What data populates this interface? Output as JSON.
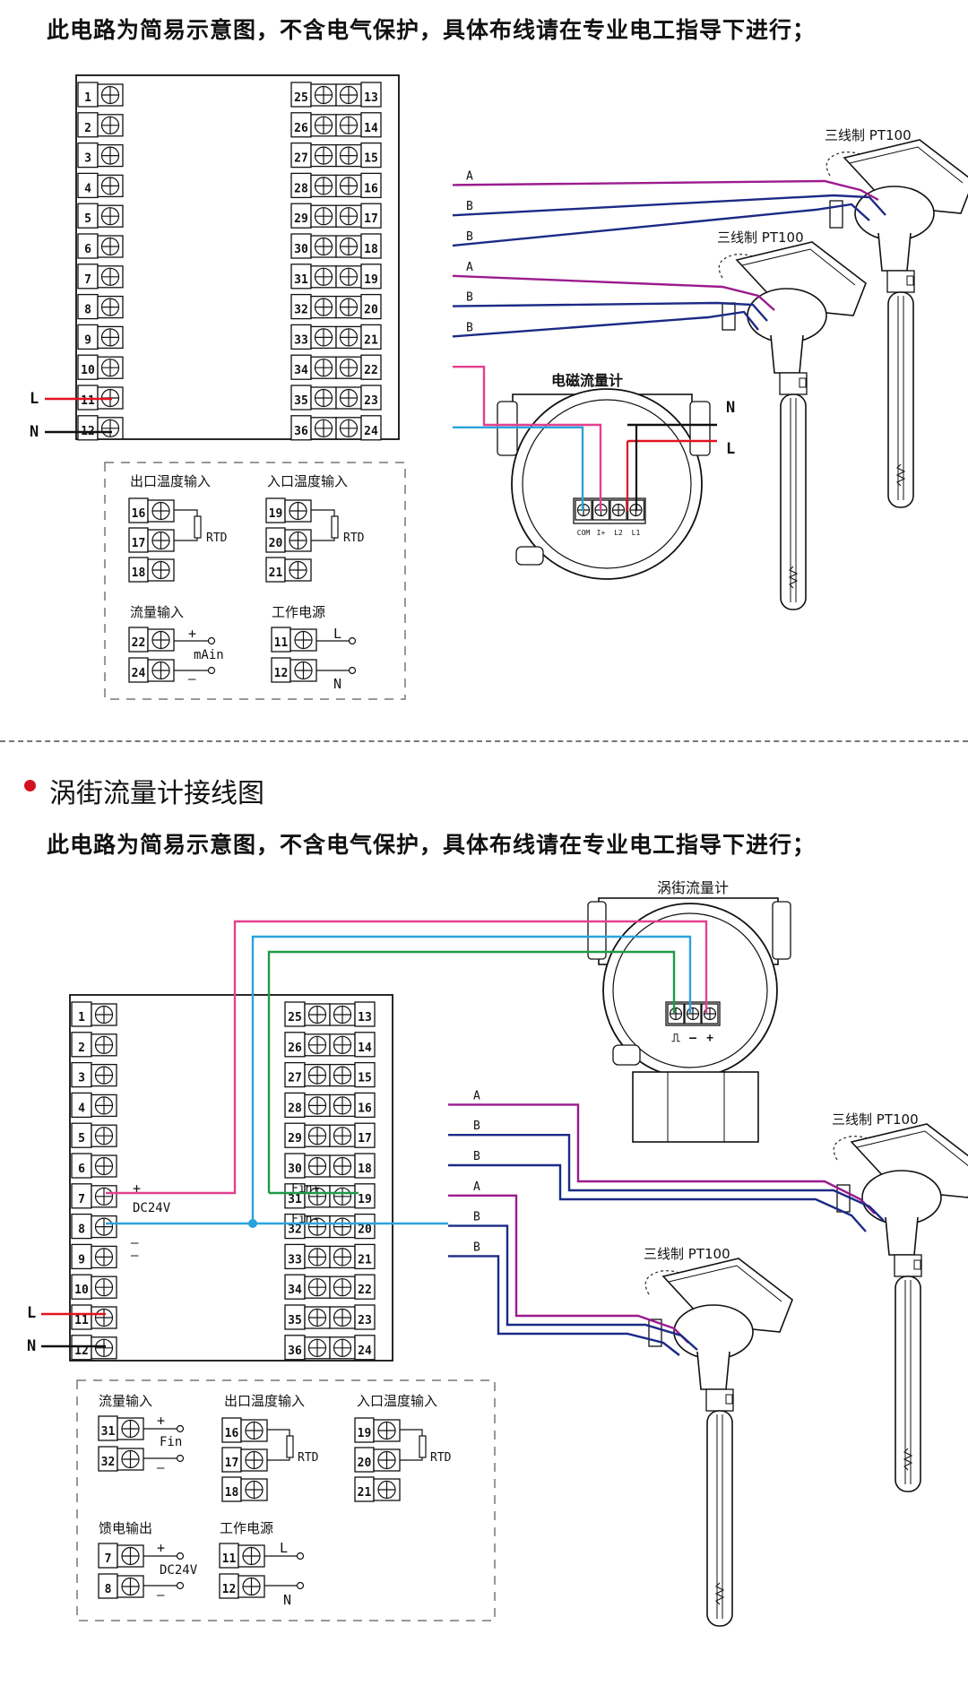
{
  "colors": {
    "a_wire": "#9b1b8e",
    "b_wire": "#1b2a86",
    "l_wire": "#e0141e",
    "pink_wire": "#e4418e",
    "cyan_wire": "#2aa3dd",
    "green_wire": "#1f9a46",
    "neutral": "#111111"
  },
  "caption_1": "此电路为简易示意图，不含电气保护，具体布线请在专业电工指导下进行；",
  "caption_2": "此电路为简易示意图，不含电气保护，具体布线请在专业电工指导下进行；",
  "section_title": "涡街流量计接线图",
  "diagram1": {
    "left_terminals": [
      "1",
      "2",
      "3",
      "4",
      "5",
      "6",
      "7",
      "8",
      "9",
      "10",
      "11",
      "12"
    ],
    "right_inner": [
      "25",
      "26",
      "27",
      "28",
      "29",
      "30",
      "31",
      "32",
      "33",
      "34",
      "35",
      "36"
    ],
    "right_outer": [
      "13",
      "14",
      "15",
      "16",
      "17",
      "18",
      "19",
      "20",
      "21",
      "22",
      "23",
      "24"
    ],
    "power_l": "L",
    "power_n": "N",
    "wire_labels": [
      "A",
      "B",
      "B",
      "A",
      "B",
      "B"
    ],
    "sensor_top": "三线制 PT100",
    "sensor_mid": "三线制 PT100",
    "meter_title": "电磁流量计",
    "meter_n": "N",
    "meter_l": "L",
    "meter_terms": [
      "COM",
      "I+",
      "L2",
      "L1"
    ],
    "legend": {
      "out_temp": "出口温度输入",
      "in_temp": "入口温度输入",
      "rtd": "RTD",
      "out_terms": [
        "16",
        "17",
        "18"
      ],
      "in_terms": [
        "19",
        "20",
        "21"
      ],
      "flow_in": "流量输入",
      "flow_terms": [
        "22",
        "24"
      ],
      "plus": "+",
      "minus": "—",
      "mAin": "mAin",
      "power": "工作电源",
      "power_terms": [
        "11",
        "12"
      ],
      "L": "L",
      "N": "N"
    }
  },
  "diagram2": {
    "left_terminals": [
      "1",
      "2",
      "3",
      "4",
      "5",
      "6",
      "7",
      "8",
      "9",
      "10",
      "11",
      "12"
    ],
    "right_inner": [
      "25",
      "26",
      "27",
      "28",
      "29",
      "30",
      "31",
      "32",
      "33",
      "34",
      "35",
      "36"
    ],
    "right_outer": [
      "13",
      "14",
      "15",
      "16",
      "17",
      "18",
      "19",
      "20",
      "21",
      "22",
      "23",
      "24"
    ],
    "plus": "+",
    "dc24v": "DC24V",
    "minus": "—",
    "fin_plus": "Fin+",
    "fin_minus": "Fin-",
    "power_l": "L",
    "power_n": "N",
    "wire_labels": [
      "A",
      "B",
      "B",
      "A",
      "B",
      "B"
    ],
    "vortex_title": "涡街流量计",
    "vortex_symbols": [
      "⎍",
      "—",
      "+"
    ],
    "sensor_top": "三线制 PT100",
    "sensor_bottom": "三线制 PT100",
    "legend": {
      "flow_in": "流量输入",
      "flow_terms": [
        "31",
        "32"
      ],
      "fin": "Fin",
      "out_temp": "出口温度输入",
      "out_terms": [
        "16",
        "17",
        "18"
      ],
      "in_temp": "入口温度输入",
      "in_terms": [
        "19",
        "20",
        "21"
      ],
      "rtd": "RTD",
      "feed_out": "馈电输出",
      "feed_terms": [
        "7",
        "8"
      ],
      "dc24v": "DC24V",
      "power": "工作电源",
      "power_terms": [
        "11",
        "12"
      ],
      "L": "L",
      "N": "N"
    }
  }
}
